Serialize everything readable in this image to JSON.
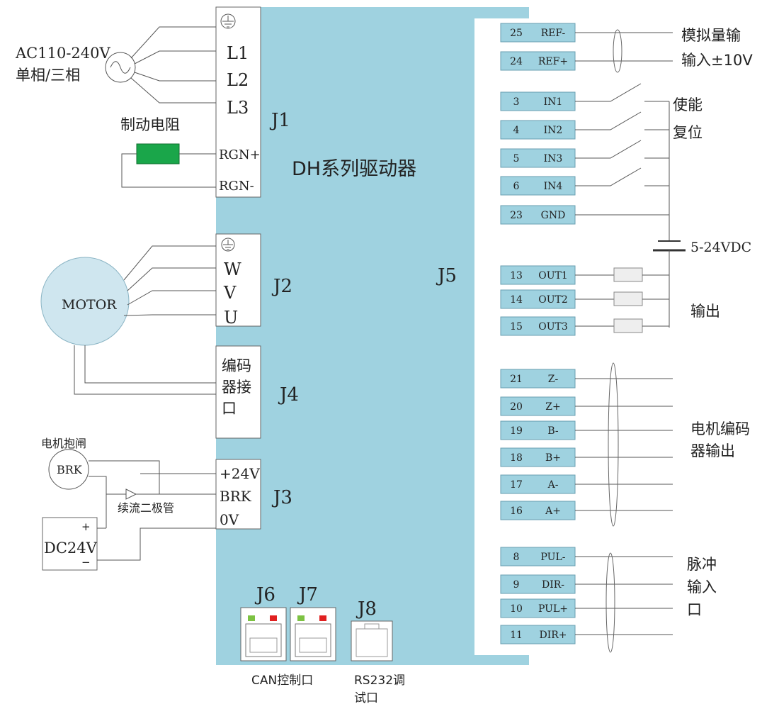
{
  "driver": {
    "title": "DH系列驱动器",
    "connectors": {
      "j1": "J1",
      "j2": "J2",
      "j3": "J3",
      "j4": "J4",
      "j5": "J5",
      "j6": "J6",
      "j7": "J7",
      "j8": "J8"
    }
  },
  "j1_terminals": [
    "L1",
    "L2",
    "L3",
    "RGN+",
    "RGN-"
  ],
  "j2_terminals": [
    "W",
    "V",
    "U"
  ],
  "j3_terminals": [
    "+24V",
    "BRK",
    "0V"
  ],
  "j4_label": [
    "编码",
    "器接",
    "口"
  ],
  "power_input": {
    "line1": "AC110-240V",
    "line2": "单相/三相"
  },
  "brake_resistor": {
    "label": "制动电阻",
    "color": "#1aa64a"
  },
  "motor": {
    "label": "MOTOR"
  },
  "brake": {
    "title": "电机抱闸",
    "coil_label": "BRK",
    "diode_label": "续流二极管",
    "supply_label": "DC24V",
    "plus": "+",
    "minus": "−"
  },
  "j5_pins": [
    {
      "num": "25",
      "name": "REF-"
    },
    {
      "num": "24",
      "name": "REF+"
    },
    {
      "num": "3",
      "name": "IN1"
    },
    {
      "num": "4",
      "name": "IN2"
    },
    {
      "num": "5",
      "name": "IN3"
    },
    {
      "num": "6",
      "name": "IN4"
    },
    {
      "num": "23",
      "name": "GND"
    },
    {
      "num": "13",
      "name": "OUT1"
    },
    {
      "num": "14",
      "name": "OUT2"
    },
    {
      "num": "15",
      "name": "OUT3"
    },
    {
      "num": "21",
      "name": "Z-"
    },
    {
      "num": "20",
      "name": "Z+"
    },
    {
      "num": "19",
      "name": "B-"
    },
    {
      "num": "18",
      "name": "B+"
    },
    {
      "num": "17",
      "name": "A-"
    },
    {
      "num": "16",
      "name": "A+"
    },
    {
      "num": "8",
      "name": "PUL-"
    },
    {
      "num": "9",
      "name": "DIR-"
    },
    {
      "num": "10",
      "name": "PUL+"
    },
    {
      "num": "11",
      "name": "DIR+"
    }
  ],
  "right_labels": {
    "analog": [
      "模拟量输",
      "输入±10V"
    ],
    "enable": "使能",
    "reset": "复位",
    "supply": "5-24VDC",
    "output": "输出",
    "encoder_out": [
      "电机编码",
      "器输出"
    ],
    "pulse": [
      "脉冲",
      "输入",
      "口"
    ]
  },
  "ports": {
    "can_label": "CAN控制口",
    "rs232_label": [
      "RS232调",
      "试口"
    ],
    "led_green": "#7dc243",
    "led_red": "#e02020"
  },
  "colors": {
    "body": "#9fd2e0",
    "motor": "#cfe6ef"
  }
}
